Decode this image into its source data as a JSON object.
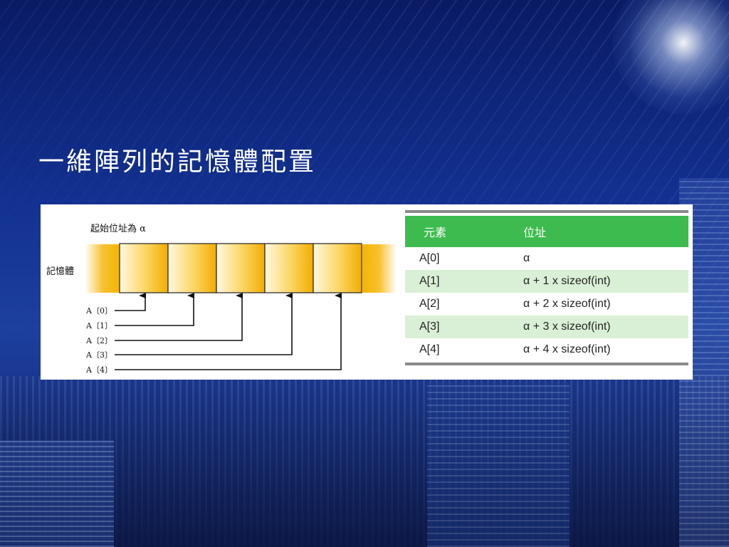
{
  "slide": {
    "title": "一維陣列的記憶體配置"
  },
  "diagram": {
    "start_label": "起始位址為 α",
    "memory_label": "記憶體",
    "element_labels": [
      "A〔0〕",
      "A〔1〕",
      "A〔2〕",
      "A〔3〕",
      "A〔4〕"
    ],
    "colors": {
      "cell_gold": "#f5b400",
      "cell_light": "#fff6dc"
    }
  },
  "table": {
    "header": {
      "element": "元素",
      "address": "位址"
    },
    "rows": [
      {
        "element": "A[0]",
        "address": "α"
      },
      {
        "element": "A[1]",
        "address": "α  + 1 x sizeof(int)"
      },
      {
        "element": "A[2]",
        "address": "α  + 2 x sizeof(int)"
      },
      {
        "element": "A[3]",
        "address": "α  + 3 x sizeof(int)"
      },
      {
        "element": "A[4]",
        "address": "α  + 4 x sizeof(int)"
      }
    ],
    "colors": {
      "header": "#3dbb4e",
      "alt_row": "#daf0d6"
    }
  }
}
